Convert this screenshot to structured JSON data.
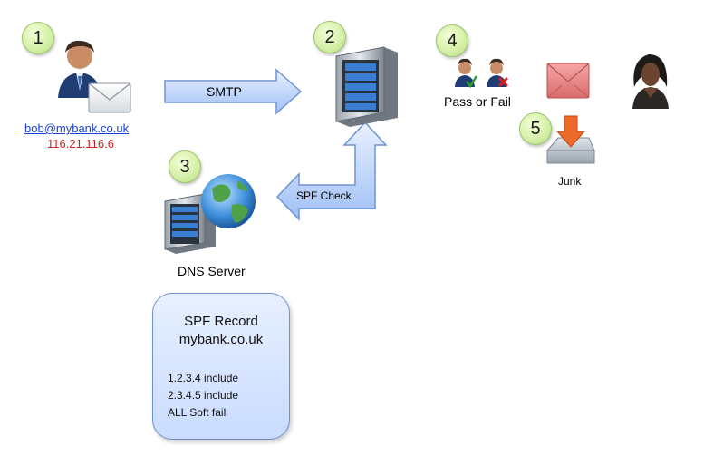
{
  "steps": [
    "1",
    "2",
    "3",
    "4",
    "5"
  ],
  "sender": {
    "email": "bob@mybank.co.uk",
    "ip": "116.21.116.6"
  },
  "arrows": {
    "smtp": "SMTP",
    "spf_check": "SPF Check"
  },
  "dns_label": "DNS Server",
  "result_label": "Pass or Fail",
  "junk_label": "Junk",
  "spf_record": {
    "title": "SPF Record",
    "domain": "mybank.co.uk",
    "entries": [
      "1.2.3.4  include",
      "2.3.4.5  include",
      "ALL Soft fail"
    ]
  }
}
